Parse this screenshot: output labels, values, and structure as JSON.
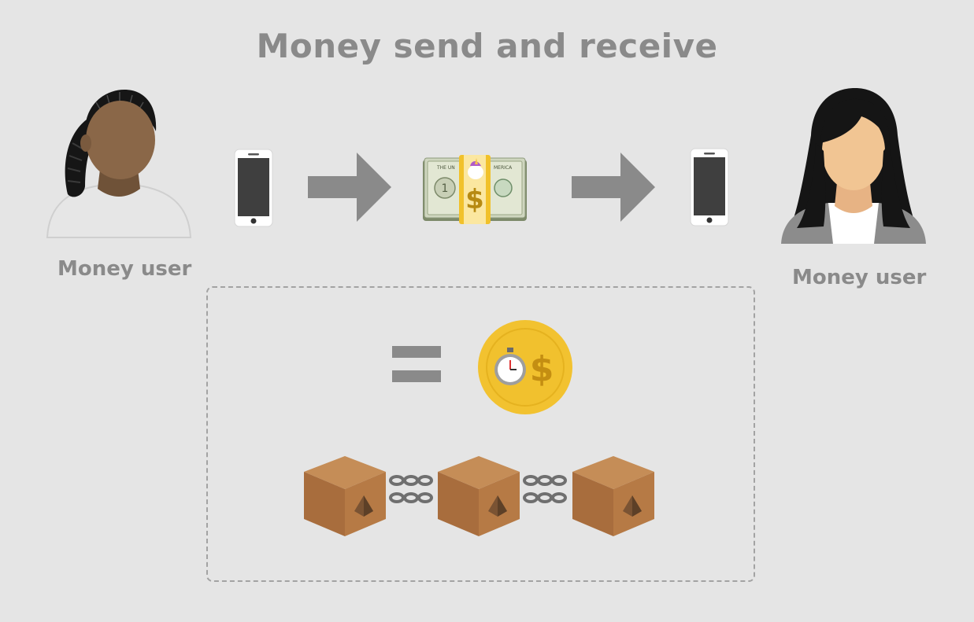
{
  "title": "Money send and receive",
  "sender": {
    "label": "Money user"
  },
  "receiver": {
    "label": "Money user"
  },
  "banknote": {
    "symbol": "$"
  },
  "coin": {
    "symbol": "$"
  },
  "colors": {
    "background": "#e5e5e5",
    "text": "#8a8a8a",
    "arrow": "#8a8a8a",
    "coin": "#f2c230",
    "box": "#b07a48"
  }
}
